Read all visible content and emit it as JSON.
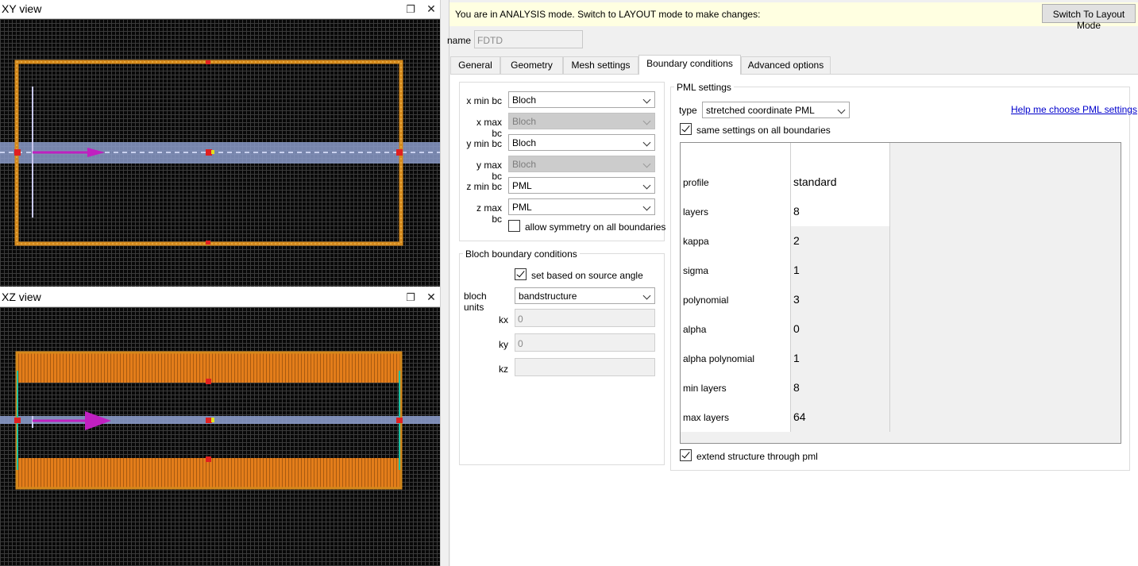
{
  "xy_view": {
    "title": "XY view",
    "float_icon": "float-window-icon",
    "close_icon": "close-icon"
  },
  "xz_view": {
    "title": "XZ view",
    "float_icon": "float-window-icon",
    "close_icon": "close-icon"
  },
  "colors": {
    "canvas_bg": "#080808",
    "grid": "#3b3b3b",
    "fdtd_region": "#d4891c",
    "waveguide": "#8a9ac8",
    "source_arrow": "#c020c0",
    "banner_bg": "#ffffe1"
  },
  "banner": {
    "message": "You are in ANALYSIS mode.  Switch to LAYOUT mode to make changes:",
    "button_label": "Switch To Layout Mode"
  },
  "name": {
    "label": "name",
    "value": "FDTD"
  },
  "tabs": [
    {
      "label": "General",
      "active": false
    },
    {
      "label": "Geometry",
      "active": false
    },
    {
      "label": "Mesh settings",
      "active": false
    },
    {
      "label": "Boundary conditions",
      "active": true
    },
    {
      "label": "Advanced options",
      "active": false
    }
  ],
  "bc": {
    "rows": [
      {
        "label": "x min bc",
        "value": "Bloch",
        "enabled": true
      },
      {
        "label": "x max bc",
        "value": "Bloch",
        "enabled": false
      },
      {
        "label": "y min bc",
        "value": "Bloch",
        "enabled": true
      },
      {
        "label": "y max bc",
        "value": "Bloch",
        "enabled": false
      },
      {
        "label": "z min bc",
        "value": "PML",
        "enabled": true
      },
      {
        "label": "z max bc",
        "value": "PML",
        "enabled": true
      }
    ],
    "symmetry_label": "allow symmetry on all boundaries",
    "symmetry_checked": false
  },
  "bloch": {
    "title": "Bloch boundary conditions",
    "source_angle_label": "set based on source angle",
    "source_angle_checked": true,
    "units_label": "bloch units",
    "units_value": "bandstructure",
    "kx_label": "kx",
    "kx_value": "0",
    "ky_label": "ky",
    "ky_value": "0",
    "kz_label": "kz",
    "kz_value": ""
  },
  "pml": {
    "title": "PML settings",
    "type_label": "type",
    "type_value": "stretched coordinate PML",
    "help_link": "Help me choose PML settings",
    "same_settings_label": "same settings on all boundaries",
    "same_settings_checked": true,
    "table": [
      {
        "name": "profile",
        "value": "standard"
      },
      {
        "name": "layers",
        "value": "8"
      },
      {
        "name": "kappa",
        "value": "2"
      },
      {
        "name": "sigma",
        "value": "1"
      },
      {
        "name": "polynomial",
        "value": "3"
      },
      {
        "name": "alpha",
        "value": "0"
      },
      {
        "name": "alpha polynomial",
        "value": "1"
      },
      {
        "name": "min layers",
        "value": "8"
      },
      {
        "name": "max layers",
        "value": "64"
      }
    ],
    "extend_label": "extend structure through pml",
    "extend_checked": true
  }
}
